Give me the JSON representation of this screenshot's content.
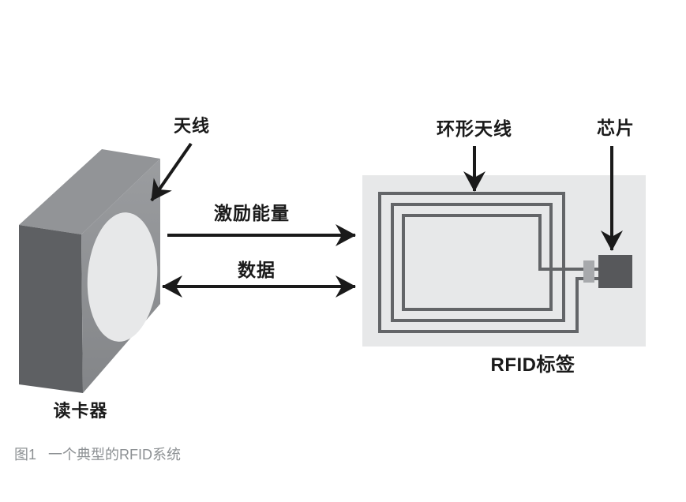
{
  "figure": {
    "reader": {
      "label": "读卡器",
      "antenna_label": "天线"
    },
    "links": {
      "energy_label": "激励能量",
      "data_label": "数据"
    },
    "tag": {
      "label": "RFID标签",
      "loop_antenna_label": "环形天线",
      "chip_label": "芯片"
    },
    "caption": {
      "number": "图1",
      "title": "一个典型的RFID系统"
    },
    "colors": {
      "background": "#ffffff",
      "arrow": "#1a1a1a",
      "label_text": "#1a1a1a",
      "caption_text": "#8c9093",
      "reader_top_face": "#929497",
      "reader_side_face": "#5e6063",
      "reader_front_face": "#8f9194",
      "reader_lens": "#e7e8e9",
      "tag_substrate": "#e7e8e9",
      "coil_trace": "#636568",
      "chip": "#57585b",
      "chip_connector": "#a7a9ac"
    }
  }
}
